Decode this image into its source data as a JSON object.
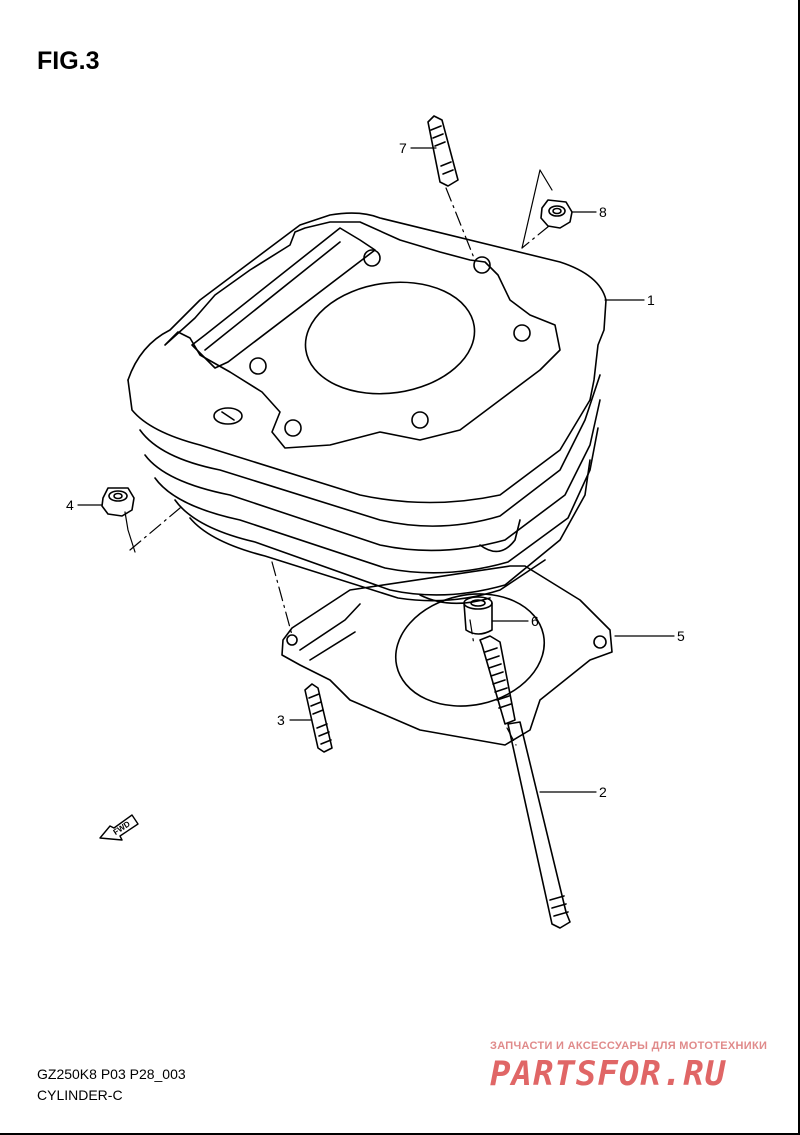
{
  "figure": {
    "title": "FIG.3"
  },
  "callouts": [
    {
      "id": "1",
      "label": "1"
    },
    {
      "id": "2",
      "label": "2"
    },
    {
      "id": "3",
      "label": "3"
    },
    {
      "id": "4",
      "label": "4"
    },
    {
      "id": "5",
      "label": "5"
    },
    {
      "id": "6",
      "label": "6"
    },
    {
      "id": "7",
      "label": "7"
    },
    {
      "id": "8",
      "label": "8"
    }
  ],
  "direction_marker": {
    "label": "FWD"
  },
  "footer": {
    "code": "GZ250K8 P03 P28_003",
    "name": "CYLINDER-C"
  },
  "watermark": {
    "tagline": "ЗАПЧАСТИ И АКСЕССУАРЫ ДЛЯ МОТОТЕХНИКИ",
    "brand": "PARTSFOR.RU"
  }
}
